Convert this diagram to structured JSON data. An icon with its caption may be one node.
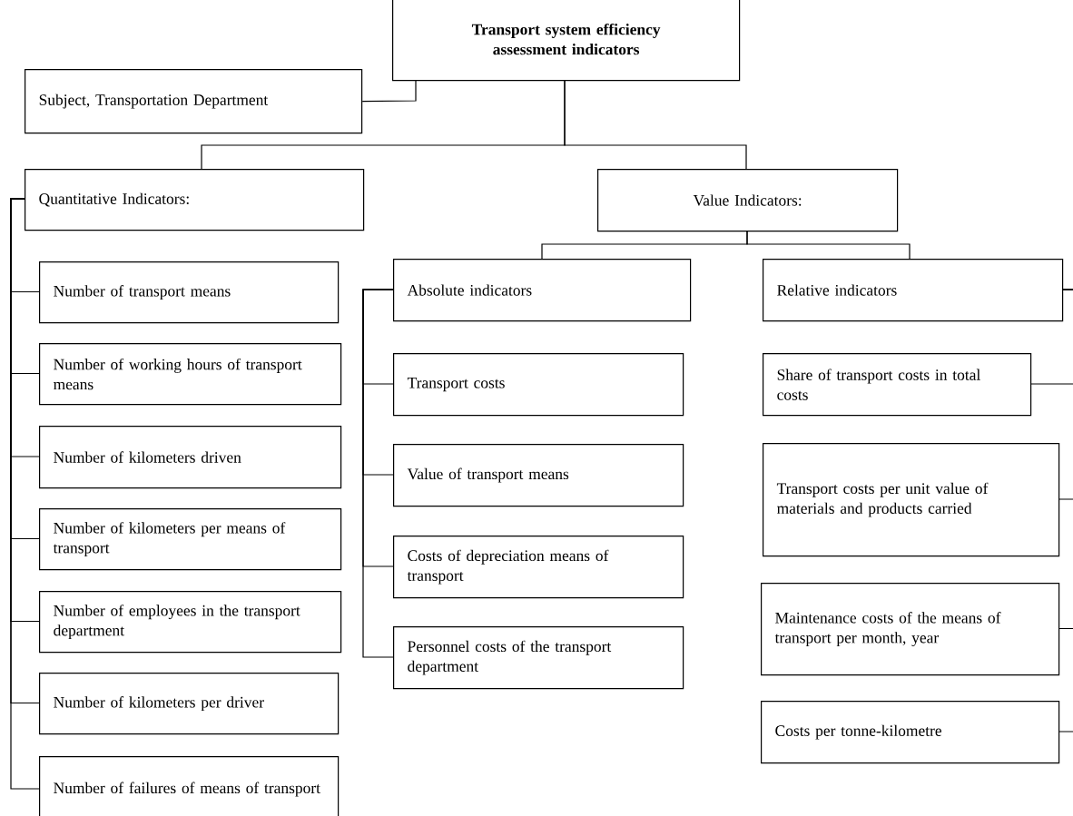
{
  "diagram": {
    "nodes": [
      {
        "text": [
          "Transport system efficiency assessment indicators"
        ]
      },
      {
        "text": [
          "Subject, Transportation Department"
        ]
      },
      {
        "text": [
          "Quantitative Indicators:"
        ]
      },
      {
        "text": [
          "Value Indicators:"
        ]
      },
      {
        "text": [
          "Absolute indicators"
        ]
      },
      {
        "text": [
          "Relative indicators"
        ]
      },
      {
        "text": [
          "Number of transport means"
        ]
      },
      {
        "text": [
          "Number of working hours of transport means"
        ]
      },
      {
        "text": [
          "Number of kilometers driven"
        ]
      },
      {
        "text": [
          "Number of kilometers per means of transport"
        ]
      },
      {
        "text": [
          "Number of employees in the transport department"
        ]
      },
      {
        "text": [
          "Number of kilometers per driver"
        ]
      },
      {
        "text": [
          "Number of failures of means of transport"
        ]
      },
      {
        "text": [
          "Transport costs"
        ]
      },
      {
        "text": [
          "Value of transport means"
        ]
      },
      {
        "text": [
          "Costs of depreciation means of transport"
        ]
      },
      {
        "text": [
          "Personnel costs of the transport department"
        ]
      },
      {
        "text": [
          "Share of transport costs in total costs"
        ]
      },
      {
        "text": [
          "Transport costs per unit value of materials and products carried"
        ]
      },
      {
        "text": [
          "Maintenance costs of the means of transport per month, year"
        ]
      },
      {
        "text": [
          "Costs per tonne-kilometre"
        ]
      }
    ],
    "edges": [
      {
        "from": 0,
        "to": 1,
        "arrow": "none"
      },
      {
        "from": 0,
        "to": 2,
        "arrow": "none"
      },
      {
        "from": 0,
        "to": 3,
        "arrow": "none"
      },
      {
        "from": 2,
        "to": 6,
        "arrow": "none"
      },
      {
        "from": 2,
        "to": 7,
        "arrow": "none"
      },
      {
        "from": 2,
        "to": 8,
        "arrow": "none"
      },
      {
        "from": 2,
        "to": 9,
        "arrow": "none"
      },
      {
        "from": 2,
        "to": 10,
        "arrow": "none"
      },
      {
        "from": 2,
        "to": 11,
        "arrow": "none"
      },
      {
        "from": 2,
        "to": 12,
        "arrow": "none"
      },
      {
        "from": 3,
        "to": 4,
        "arrow": "none"
      },
      {
        "from": 3,
        "to": 5,
        "arrow": "none"
      },
      {
        "from": 4,
        "to": 13,
        "arrow": "none"
      },
      {
        "from": 4,
        "to": 14,
        "arrow": "none"
      },
      {
        "from": 4,
        "to": 15,
        "arrow": "none"
      },
      {
        "from": 4,
        "to": 16,
        "arrow": "none"
      },
      {
        "from": 5,
        "to": 17,
        "arrow": "none"
      },
      {
        "from": 5,
        "to": 18,
        "arrow": "none"
      },
      {
        "from": 5,
        "to": 19,
        "arrow": "none"
      },
      {
        "from": 5,
        "to": 20,
        "arrow": "none"
      }
    ]
  }
}
